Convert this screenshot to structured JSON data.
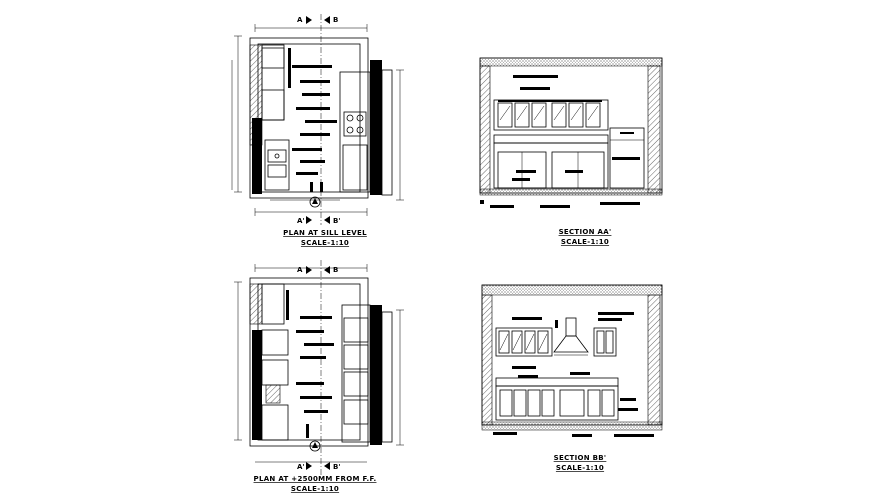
{
  "panels": {
    "plan_sill": {
      "title": "PLAN AT SILL LEVEL",
      "scale": "SCALE-1:10",
      "markers": {
        "a_top": "A",
        "b_top": "B",
        "a_bot": "A'",
        "b_bot": "B'"
      }
    },
    "section_aa": {
      "title": "SECTION AA'",
      "scale": "SCALE-1:10"
    },
    "plan_high": {
      "title": "PLAN AT +2500MM FROM F.F.",
      "scale": "SCALE-1:10",
      "markers": {
        "a_top": "A",
        "b_top": "B",
        "a_bot": "A'",
        "b_bot": "B'"
      }
    },
    "section_bb": {
      "title": "SECTION BB'",
      "scale": "SCALE-1:10"
    }
  },
  "colors": {
    "ink": "#000000",
    "paper": "#ffffff"
  }
}
